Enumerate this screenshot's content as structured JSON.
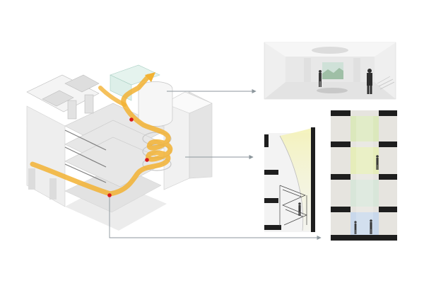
{
  "diagram": {
    "main_model": {
      "kind": "axonometric-building-cutaway",
      "circulation_color": "#f2b233",
      "marker_color": "#d7191c"
    },
    "views": [
      {
        "kind": "interior-perspective-render"
      },
      {
        "kind": "stair-section"
      },
      {
        "kind": "stacked-floor-section",
        "floor_tints": [
          "#d9e8b8",
          "#e6edb6",
          "#d6e6d8",
          "#c5d6ec"
        ]
      }
    ],
    "connector_color": "#8c969c",
    "slab_color": "#1e1e1e"
  }
}
